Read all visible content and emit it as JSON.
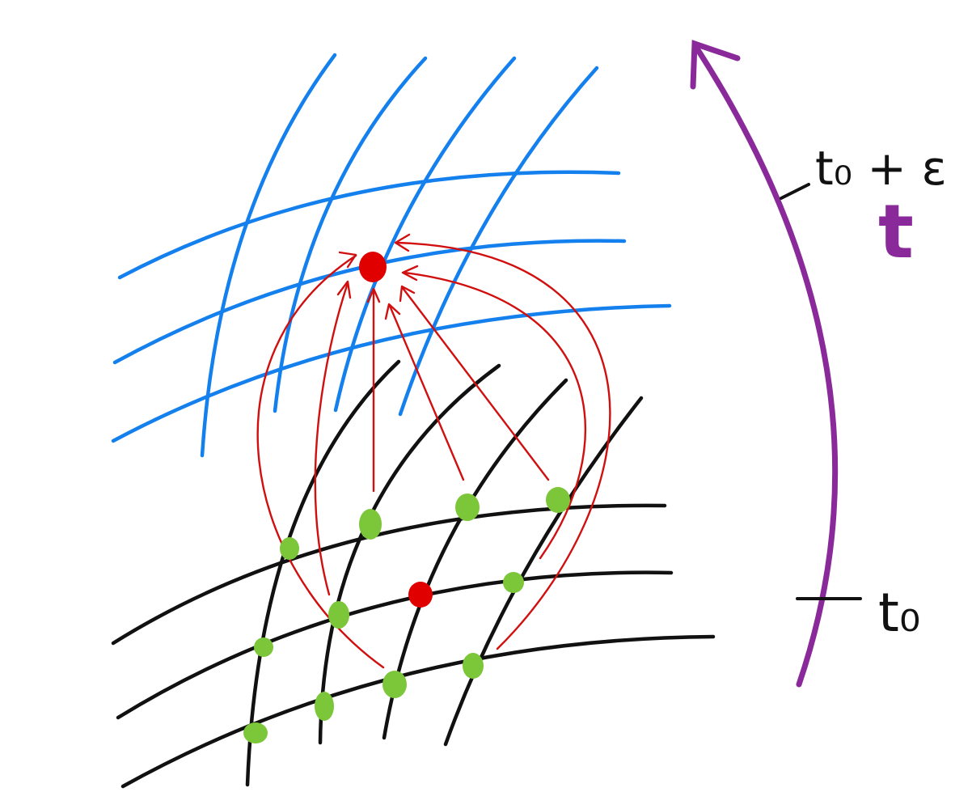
{
  "labels": {
    "t0_plus_eps": "t₀ + ε",
    "t0": "t₀",
    "t_axis": "t"
  },
  "colors": {
    "upper_grid": "#1480ee",
    "lower_grid": "#111111",
    "neighbor_points": "#7cc63a",
    "target_point": "#e00000",
    "arrows": "#d10f0f",
    "time_axis": "#8a2a9a"
  }
}
